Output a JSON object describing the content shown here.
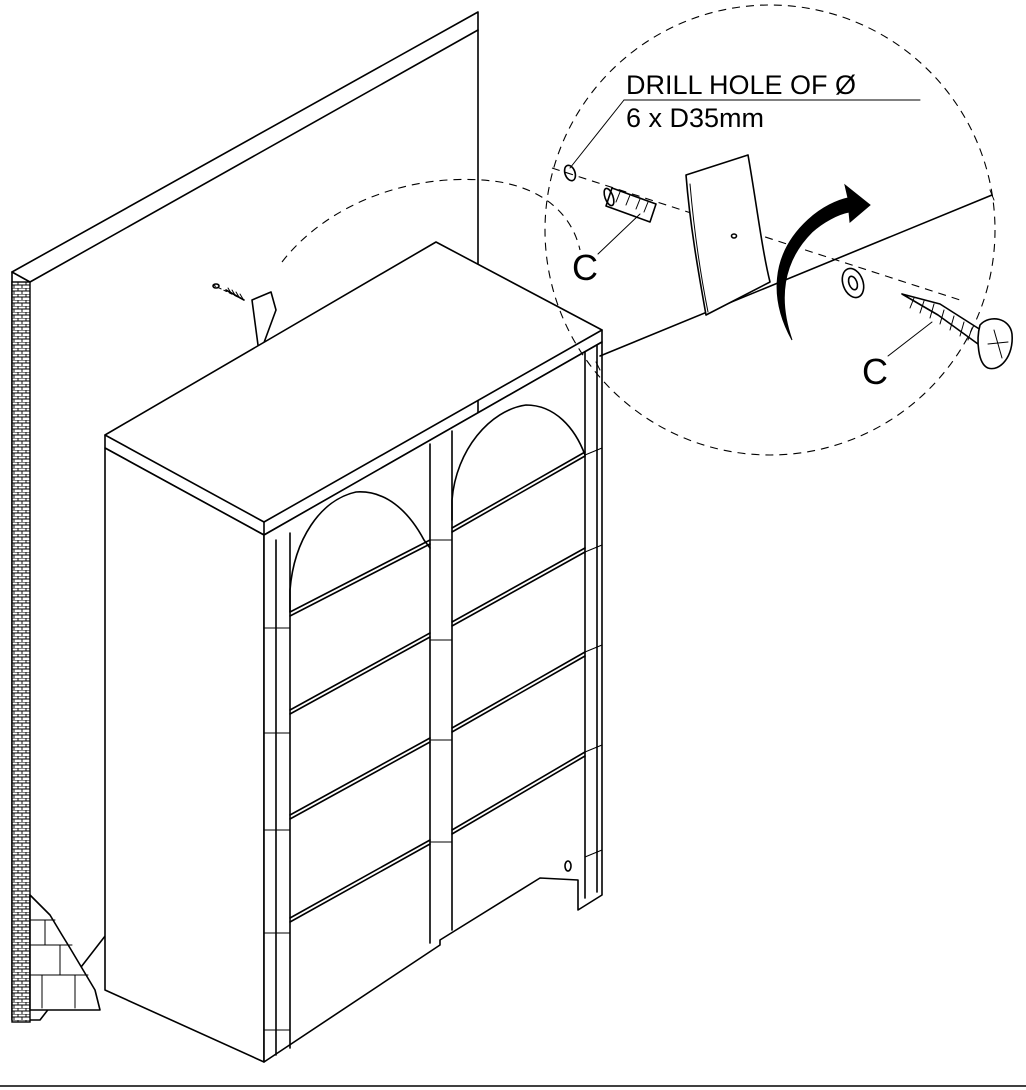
{
  "callout": {
    "drill_line1": "DRILL  HOLE  OF  Ø",
    "drill_line2": "6 x D35mm"
  },
  "labels": {
    "anchor_label": "C",
    "screw_label": "C"
  }
}
